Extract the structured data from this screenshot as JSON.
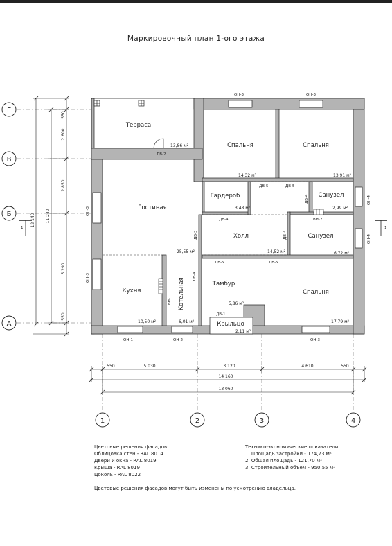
{
  "title": "Маркировочный план 1-ого этажа",
  "axes": {
    "rows": [
      "Г",
      "В",
      "Б",
      "А"
    ],
    "cols": [
      "1",
      "2",
      "3",
      "4"
    ]
  },
  "section_mark": "1",
  "rooms": {
    "terrace": {
      "name": "Терраса",
      "area": "13,86 м²"
    },
    "bedroom_nw": {
      "name": "Спальня",
      "area": "14,32 м²"
    },
    "bedroom_ne": {
      "name": "Спальня",
      "area": "13,91 м²"
    },
    "living": {
      "name": "Гостиная",
      "area": "25,55 м²"
    },
    "wardrobe": {
      "name": "Гардероб",
      "area": "3,48 м²"
    },
    "bath_1": {
      "name": "Санузел",
      "area": "2,99 м²"
    },
    "hall": {
      "name": "Холл",
      "area": "14,52 м²"
    },
    "bath_2": {
      "name": "Санузел",
      "area": "6,72 м²"
    },
    "kitchen": {
      "name": "Кухня",
      "area": "10,50 м²"
    },
    "boiler": {
      "name": "Котельная",
      "area": "6,01 м²"
    },
    "vestibule": {
      "name": "Тамбур",
      "area": "5,86 м²"
    },
    "porch": {
      "name": "Крыльцо",
      "area": "2,11 м²"
    },
    "bedroom_se": {
      "name": "Спальня",
      "area": "17,79 м²"
    }
  },
  "tags": {
    "on1": "ОН-1",
    "on2": "ОН-2",
    "on3": "ОН-3",
    "on4": "ОН-4",
    "dv1": "ДВ-1",
    "dv2": "ДВ-2",
    "dv3": "ДВ-3",
    "dv4": "ДВ-4",
    "dv5": "ДВ-5",
    "vn1": "ВН-1",
    "vn2": "ВН-2"
  },
  "dimensions": {
    "left_outer": "12 140",
    "left_mid": "11 240",
    "left_segments": [
      "550",
      "2 600",
      "2 850",
      "5 290",
      "550"
    ],
    "bottom_segments": [
      "550",
      "5 030",
      "3 120",
      "4 610",
      "550"
    ],
    "bottom_total_outer": "14 160",
    "bottom_total_inner": "13 060"
  },
  "notes": {
    "facade_title": "Цветовые решения фасадов:",
    "facade_items": [
      "Облицовка стен - RAL 8014",
      "Двери и окна - RAL 8019",
      "Крыша - RAL 8019",
      "Цоколь - RAL 8022"
    ],
    "tep_title": "Технико-экономические показатели:",
    "tep_items": [
      "1. Площадь застройки - 174,73 м²",
      "2. Общая площадь - 121,70 м²",
      "3. Строительный объем - 950,55 м³"
    ],
    "facade_note": "Цветовые решения фасадов могут быть изменены по усмотрению владельца."
  },
  "colors": {
    "wall": "#b4b4b4",
    "line": "#222222",
    "axis": "#555555"
  }
}
